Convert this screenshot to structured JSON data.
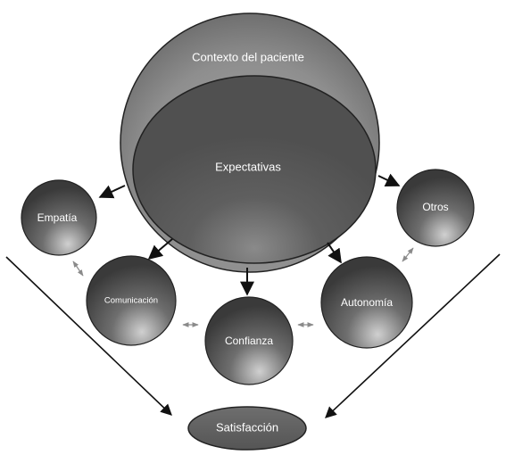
{
  "nodes": {
    "contexto": "Contexto del paciente",
    "expectativas": "Expectativas",
    "empatia": "Empatía",
    "comunicacion": "Comunicación",
    "confianza": "Confianza",
    "autonomia": "Autonomía",
    "otros": "Otros",
    "satisfaccion": "Satisfacción"
  },
  "colors": {
    "outer_sphere": "#8f8f8f",
    "inner_sphere": "#5e5e5e",
    "small_sphere_light": "#cfcfcf",
    "small_sphere_dark": "#3c3c3c",
    "arrow": "#111111",
    "connector": "#8a8a8a"
  }
}
